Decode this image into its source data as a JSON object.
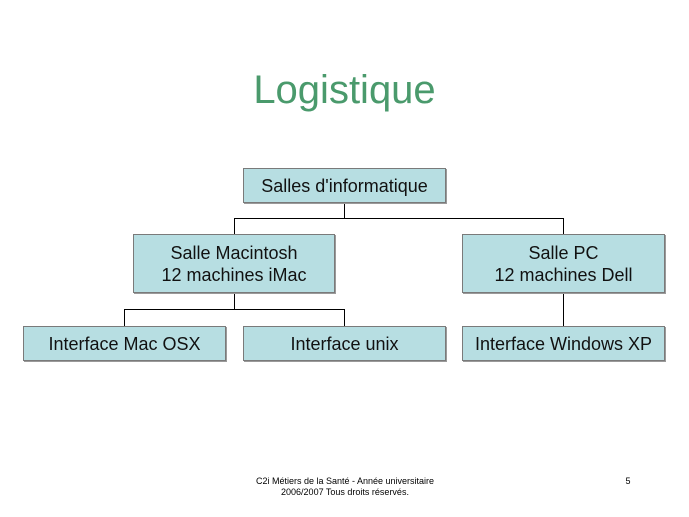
{
  "slide": {
    "title": "Logistique",
    "page_number": "5"
  },
  "org_chart": {
    "root": {
      "label": "Salles d'informatique"
    },
    "level2": [
      {
        "line1": "Salle Macintosh",
        "line2": "12 machines iMac"
      },
      {
        "line1": "Salle PC",
        "line2": "12 machines Dell"
      }
    ],
    "level3": [
      {
        "label": "Interface Mac OSX"
      },
      {
        "label": "Interface unix"
      },
      {
        "label": "Interface Windows XP"
      }
    ]
  },
  "footer": {
    "line1": "C2i Métiers de la Santé - Année universitaire",
    "line2": "2006/2007 Tous droits réservés."
  },
  "colors": {
    "title": "#4a9a6c",
    "box_fill": "#b7dee2",
    "box_border": "#7a7a7a"
  }
}
